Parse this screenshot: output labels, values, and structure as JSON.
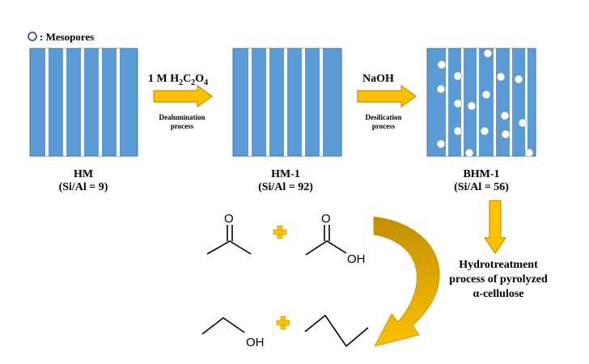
{
  "legend": {
    "marker_icon": "mesopore-circle-icon",
    "label": ": Mesopores"
  },
  "steps": [
    {
      "reagent": "1 M H",
      "reagent_sub1": "2",
      "reagent_mid": "C",
      "reagent_sub2": "2",
      "reagent_end": "O",
      "reagent_sub3": "4",
      "process_line1": "Dealumination",
      "process_line2": "process"
    },
    {
      "reagent": "NaOH",
      "process_line1": "Desilication",
      "process_line2": "process"
    }
  ],
  "catalysts": [
    {
      "name": "HM",
      "ratio": "(Si/Al = 9)"
    },
    {
      "name": "HM-1",
      "ratio": "(Si/Al = 92)"
    },
    {
      "name": "BHM-1",
      "ratio": "(Si/Al = 56)"
    }
  ],
  "hydrotreatment": {
    "line1": "Hydrotreatment",
    "line2": "process of pyrolyzed",
    "line3": "α-cellulose"
  },
  "molecules": {
    "reactant_oxygen_1": "O",
    "reactant_oxygen_2": "O",
    "reactant_hydroxyl": "OH",
    "product_hydroxyl": "OH"
  },
  "colors": {
    "zeolite_fill": "#5b9bd5",
    "zeolite_stroke": "#41719c",
    "arrow_fill": "#ffc000",
    "arrow_stroke": "#bf9000",
    "plus": "#ffc000",
    "mesopore_stroke": "#2f5597"
  }
}
